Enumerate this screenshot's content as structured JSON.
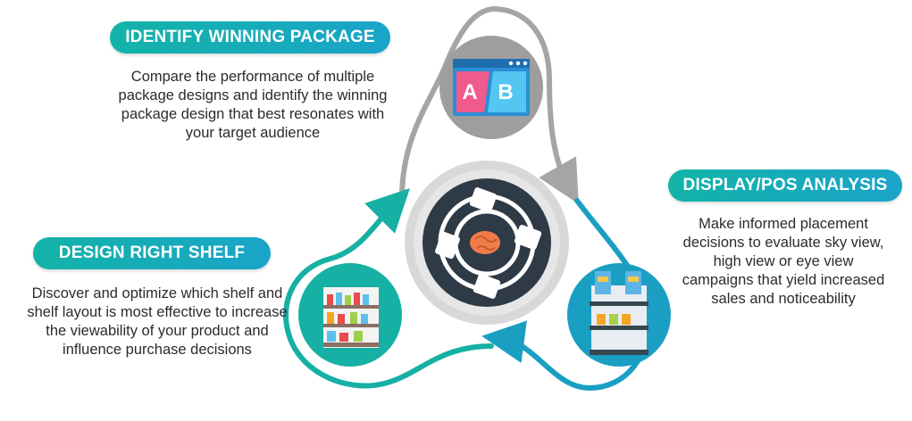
{
  "sections": {
    "identify": {
      "title": "IDENTIFY WINNING PACKAGE",
      "description": "Compare the performance of multiple package designs and identify the winning package design that best resonates with your target audience",
      "icon": "ab-test-window-icon",
      "ab_left": "A",
      "ab_right": "B"
    },
    "display": {
      "title": "DISPLAY/POS ANALYSIS",
      "description": "Make informed placement decisions to evaluate sky view, high view or eye view campaigns that yield increased sales and noticeability",
      "icon": "display-stand-icon"
    },
    "shelf": {
      "title": "DESIGN RIGHT SHELF",
      "description": "Discover and optimize which shelf and shelf layout is most effective to increase the viewability of your product and influence purchase decisions",
      "icon": "store-shelf-icon"
    }
  },
  "center_icon": "brain-target-icon",
  "colors": {
    "accent_teal": "#13b3a8",
    "accent_blue": "#1aa4c9",
    "gray_ring": "#9e9e9e",
    "dark_center": "#3a4756"
  }
}
